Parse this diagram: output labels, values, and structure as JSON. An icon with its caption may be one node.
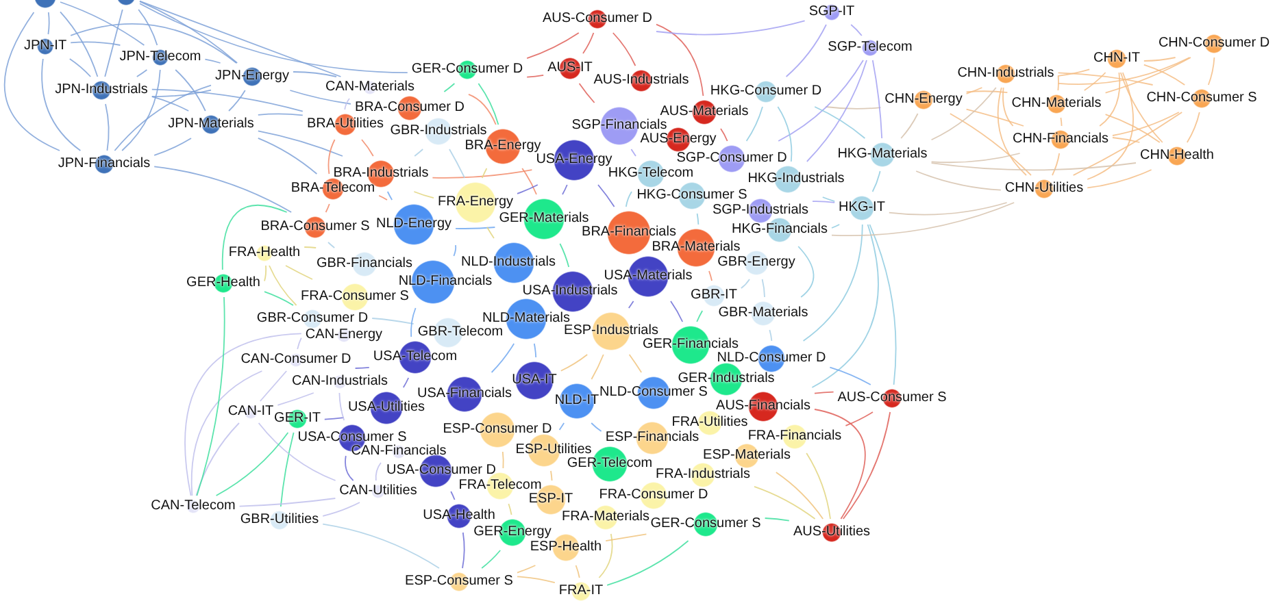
{
  "diagram": {
    "nodes": [
      {
        "text": [],
        "shape": "circle"
      },
      {
        "text": [],
        "shape": "circle"
      },
      {
        "text": [
          "SGP-IT"
        ]
      },
      {
        "text": [
          "AUS-Consumer D"
        ]
      },
      {
        "text": [
          "CHN-Consumer D"
        ]
      },
      {
        "text": [
          "JPN-IT"
        ]
      },
      {
        "text": [
          "SGP-Telecom"
        ]
      },
      {
        "text": [
          "JPN-Telecom"
        ]
      },
      {
        "text": [
          "CHN-IT"
        ]
      },
      {
        "text": [
          "AUS-IT"
        ]
      },
      {
        "text": [
          "GER-Consumer D"
        ]
      },
      {
        "text": [
          "CHN-Industrials"
        ]
      },
      {
        "text": [
          "JPN-Energy"
        ]
      },
      {
        "text": [
          "AUS-Industrials"
        ]
      },
      {
        "text": [
          "CAN-Materials"
        ]
      },
      {
        "text": [
          "JPN-Industrials"
        ]
      },
      {
        "text": [
          "HKG-Consumer D"
        ]
      },
      {
        "text": [
          "CHN-Consumer S"
        ]
      },
      {
        "text": [
          "CHN-Energy"
        ]
      },
      {
        "text": [
          "CHN-Materials"
        ]
      },
      {
        "text": [
          "AUS-Materials"
        ]
      },
      {
        "text": [
          "BRA-Consumer D"
        ]
      },
      {
        "text": [
          "BRA-Utilities"
        ]
      },
      {
        "text": [
          "SGP-Financials"
        ]
      },
      {
        "text": [
          "JPN-Materials"
        ]
      },
      {
        "text": [
          "GBR-Industrials"
        ]
      },
      {
        "text": [
          "AUS-Energy"
        ]
      },
      {
        "text": [
          "CHN-Financials"
        ]
      },
      {
        "text": [
          "BRA-Energy"
        ]
      },
      {
        "text": [
          "SGP-Consumer D"
        ]
      },
      {
        "text": [
          "HKG-Materials"
        ]
      },
      {
        "text": [
          "CHN-Health"
        ]
      },
      {
        "text": [
          "USA-Energy"
        ]
      },
      {
        "text": [
          "JPN-Financials"
        ]
      },
      {
        "text": [
          "BRA-Industrials"
        ]
      },
      {
        "text": [
          "HKG-Telecom"
        ]
      },
      {
        "text": [
          "HKG-Industrials"
        ]
      },
      {
        "text": [
          "BRA-Telecom"
        ]
      },
      {
        "text": [
          "HKG-Consumer S"
        ]
      },
      {
        "text": [
          "CHN-Utilities"
        ]
      },
      {
        "text": [
          "FRA-Energy"
        ]
      },
      {
        "text": [
          "SGP-Industrials"
        ]
      },
      {
        "text": [
          "HKG-IT"
        ]
      },
      {
        "text": [
          "GER-Materials"
        ]
      },
      {
        "text": [
          "NLD-Energy"
        ]
      },
      {
        "text": [
          "BRA-Consumer S"
        ]
      },
      {
        "text": [
          "HKG-Financials"
        ]
      },
      {
        "text": [
          "BRA-Financials"
        ]
      },
      {
        "text": [
          "BRA-Materials"
        ]
      },
      {
        "text": [
          "FRA-Health"
        ]
      },
      {
        "text": [
          "GBR-Energy"
        ]
      },
      {
        "text": [
          "GBR-Financials"
        ]
      },
      {
        "text": [
          "NLD-Industrials"
        ]
      },
      {
        "text": [
          "USA-Materials"
        ]
      },
      {
        "text": [
          "GER-Health"
        ]
      },
      {
        "text": [
          "NLD-Financials"
        ]
      },
      {
        "text": [
          "FRA-Consumer S"
        ]
      },
      {
        "text": [
          "USA-Industrials"
        ]
      },
      {
        "text": [
          "GBR-IT"
        ]
      },
      {
        "text": [
          "GBR-Materials"
        ]
      },
      {
        "text": [
          "GBR-Consumer D"
        ]
      },
      {
        "text": [
          "NLD-Materials"
        ]
      },
      {
        "text": [
          "CAN-Energy"
        ]
      },
      {
        "text": [
          "GBR-Telecom"
        ]
      },
      {
        "text": [
          "ESP-Industrials"
        ]
      },
      {
        "text": [
          "GER-Financials"
        ]
      },
      {
        "text": [
          "USA-Telecom"
        ]
      },
      {
        "text": [
          "NLD-Consumer D"
        ]
      },
      {
        "text": [
          "CAN-Consumer D"
        ]
      },
      {
        "text": [
          "GER-Industrials"
        ]
      },
      {
        "text": [
          "USA-IT"
        ]
      },
      {
        "text": [
          "CAN-Industrials"
        ]
      },
      {
        "text": [
          "NLD-Consumer S"
        ]
      },
      {
        "text": [
          "USA-Financials"
        ]
      },
      {
        "text": [
          "AUS-Consumer S"
        ]
      },
      {
        "text": [
          "NLD-IT"
        ]
      },
      {
        "text": [
          "USA-Utilities"
        ]
      },
      {
        "text": [
          "CAN-IT"
        ]
      },
      {
        "text": [
          "AUS-Financials"
        ]
      },
      {
        "text": [
          "GER-IT"
        ]
      },
      {
        "text": [
          "FRA-Utilities"
        ]
      },
      {
        "text": [
          "ESP-Consumer D"
        ]
      },
      {
        "text": [
          "USA-Consumer S"
        ]
      },
      {
        "text": [
          "ESP-Financials"
        ]
      },
      {
        "text": [
          "FRA-Financials"
        ]
      },
      {
        "text": [
          "ESP-Utilities"
        ]
      },
      {
        "text": [
          "CAN-Financials"
        ]
      },
      {
        "text": [
          "GER-Telecom"
        ]
      },
      {
        "text": [
          "ESP-Materials"
        ]
      },
      {
        "text": [
          "USA-Consumer D"
        ]
      },
      {
        "text": [
          "FRA-Industrials"
        ]
      },
      {
        "text": [
          "FRA-Telecom"
        ]
      },
      {
        "text": [
          "FRA-Consumer D"
        ]
      },
      {
        "text": [
          "CAN-Utilities"
        ]
      },
      {
        "text": [
          "ESP-IT"
        ]
      },
      {
        "text": [
          "CAN-Telecom"
        ]
      },
      {
        "text": [
          "FRA-Materials"
        ]
      },
      {
        "text": [
          "USA-Health"
        ]
      },
      {
        "text": [
          "GBR-Utilities"
        ]
      },
      {
        "text": [
          "GER-Consumer S"
        ]
      },
      {
        "text": [
          "GER-Energy"
        ]
      },
      {
        "text": [
          "AUS-Utilities"
        ]
      },
      {
        "text": [
          "ESP-Health"
        ]
      },
      {
        "text": [
          "ESP-Consumer S"
        ]
      },
      {
        "text": [
          "FRA-IT"
        ]
      }
    ],
    "edges": [
      {
        "from": 5,
        "to": 7,
        "arrow": "none",
        "color": "#7fa2d8"
      },
      {
        "from": 5,
        "to": 12,
        "arrow": "none",
        "color": "#7fa2d8"
      },
      {
        "from": 5,
        "to": 15,
        "arrow": "none",
        "color": "#7fa2d8"
      },
      {
        "from": 5,
        "to": 33,
        "arrow": "none",
        "color": "#7fa2d8"
      },
      {
        "from": 7,
        "to": 12,
        "arrow": "none",
        "color": "#7fa2d8"
      },
      {
        "from": 7,
        "to": 15,
        "arrow": "none",
        "color": "#7fa2d8"
      },
      {
        "from": 7,
        "to": 24,
        "arrow": "none",
        "color": "#7fa2d8"
      },
      {
        "from": 7,
        "to": 33,
        "arrow": "none",
        "color": "#7fa2d8"
      },
      {
        "from": 12,
        "to": 15,
        "arrow": "none",
        "color": "#7fa2d8"
      },
      {
        "from": 12,
        "to": 24,
        "arrow": "none",
        "color": "#7fa2d8"
      },
      {
        "from": 12,
        "to": 33,
        "arrow": "none",
        "color": "#7fa2d8"
      },
      {
        "from": 15,
        "to": 24,
        "arrow": "none",
        "color": "#7fa2d8"
      },
      {
        "from": 15,
        "to": 33,
        "arrow": "none",
        "color": "#7fa2d8"
      },
      {
        "from": 24,
        "to": 33,
        "arrow": "none",
        "color": "#7fa2d8"
      },
      {
        "from": 0,
        "to": 5,
        "arrow": "none",
        "color": "#7fa2d8"
      },
      {
        "from": 0,
        "to": 7,
        "arrow": "none",
        "color": "#7fa2d8"
      },
      {
        "from": 0,
        "to": 15,
        "arrow": "none",
        "color": "#7fa2d8"
      },
      {
        "from": 0,
        "to": 33,
        "arrow": "none",
        "color": "#7fa2d8"
      },
      {
        "from": 1,
        "to": 7,
        "arrow": "none",
        "color": "#7fa2d8"
      },
      {
        "from": 1,
        "to": 12,
        "arrow": "none",
        "color": "#7fa2d8"
      },
      {
        "from": 1,
        "to": 15,
        "arrow": "none",
        "color": "#7fa2d8"
      },
      {
        "from": 12,
        "to": 21,
        "arrow": "none",
        "color": "#7fa2d8"
      },
      {
        "from": 24,
        "to": 22,
        "arrow": "none",
        "color": "#7fa2d8"
      },
      {
        "from": 24,
        "to": 34,
        "arrow": "none",
        "color": "#7fa2d8"
      },
      {
        "from": 10,
        "to": 1,
        "arrow": "none",
        "color": "#7fa2d8"
      },
      {
        "from": 4,
        "to": 8,
        "arrow": "none",
        "color": "#f5bd85"
      },
      {
        "from": 4,
        "to": 17,
        "arrow": "none",
        "color": "#f5bd85"
      },
      {
        "from": 4,
        "to": 19,
        "arrow": "none",
        "color": "#f5bd85"
      },
      {
        "from": 8,
        "to": 11,
        "arrow": "none",
        "color": "#f5bd85"
      },
      {
        "from": 8,
        "to": 17,
        "arrow": "none",
        "color": "#f5bd85"
      },
      {
        "from": 8,
        "to": 19,
        "arrow": "none",
        "color": "#f5bd85"
      },
      {
        "from": 8,
        "to": 27,
        "arrow": "none",
        "color": "#f5bd85"
      },
      {
        "from": 8,
        "to": 31,
        "arrow": "none",
        "color": "#f5bd85"
      },
      {
        "from": 8,
        "to": 39,
        "arrow": "none",
        "color": "#f5bd85"
      },
      {
        "from": 11,
        "to": 18,
        "arrow": "none",
        "color": "#f5bd85"
      },
      {
        "from": 11,
        "to": 19,
        "arrow": "none",
        "color": "#f5bd85"
      },
      {
        "from": 11,
        "to": 27,
        "arrow": "none",
        "color": "#f5bd85"
      },
      {
        "from": 11,
        "to": 39,
        "arrow": "none",
        "color": "#f5bd85"
      },
      {
        "from": 11,
        "to": 17,
        "arrow": "none",
        "color": "#f5bd85"
      },
      {
        "from": 18,
        "to": 19,
        "arrow": "none",
        "color": "#f5bd85"
      },
      {
        "from": 18,
        "to": 27,
        "arrow": "none",
        "color": "#f5bd85"
      },
      {
        "from": 18,
        "to": 39,
        "arrow": "none",
        "color": "#f5bd85"
      },
      {
        "from": 19,
        "to": 27,
        "arrow": "none",
        "color": "#f5bd85"
      },
      {
        "from": 19,
        "to": 31,
        "arrow": "none",
        "color": "#f5bd85"
      },
      {
        "from": 27,
        "to": 31,
        "arrow": "none",
        "color": "#f5bd85"
      },
      {
        "from": 27,
        "to": 39,
        "arrow": "none",
        "color": "#f5bd85"
      },
      {
        "from": 31,
        "to": 39,
        "arrow": "none",
        "color": "#f5bd85"
      },
      {
        "from": 17,
        "to": 31,
        "arrow": "none",
        "color": "#f5bd85"
      },
      {
        "from": 17,
        "to": 27,
        "arrow": "none",
        "color": "#f5bd85"
      },
      {
        "from": 18,
        "to": 30,
        "arrow": "none",
        "color": "#d6c2ad"
      },
      {
        "from": 27,
        "to": 30,
        "arrow": "none",
        "color": "#d6c2ad"
      },
      {
        "from": 39,
        "to": 30,
        "arrow": "none",
        "color": "#d6c2ad"
      },
      {
        "from": 11,
        "to": 30,
        "arrow": "none",
        "color": "#d6c2ad"
      },
      {
        "from": 39,
        "to": 42,
        "arrow": "none",
        "color": "#d6c2ad"
      },
      {
        "from": 18,
        "to": 16,
        "arrow": "none",
        "color": "#d6c2ad"
      },
      {
        "from": 3,
        "to": 9,
        "arrow": "none",
        "color": "#df6059"
      },
      {
        "from": 3,
        "to": 13,
        "arrow": "none",
        "color": "#df6059"
      },
      {
        "from": 3,
        "to": 20,
        "arrow": "none",
        "color": "#df6059"
      },
      {
        "from": 78,
        "to": 74,
        "arrow": "none",
        "color": "#df6059"
      },
      {
        "from": 78,
        "to": 101,
        "arrow": "none",
        "color": "#df6059"
      },
      {
        "from": 2,
        "to": 6,
        "arrow": "none",
        "color": "#a3a1f2"
      },
      {
        "from": 6,
        "to": 29,
        "arrow": "none",
        "color": "#a3a1f2"
      },
      {
        "from": 6,
        "to": 36,
        "arrow": "none",
        "color": "#a3a1f2"
      },
      {
        "from": 2,
        "to": 16,
        "arrow": "none",
        "color": "#a3a1f2"
      },
      {
        "from": 16,
        "to": 36,
        "arrow": "none",
        "color": "#8fcbe0"
      },
      {
        "from": 16,
        "to": 30,
        "arrow": "none",
        "color": "#8fcbe0"
      },
      {
        "from": 30,
        "to": 42,
        "arrow": "none",
        "color": "#8fcbe0"
      },
      {
        "from": 36,
        "to": 42,
        "arrow": "none",
        "color": "#8fcbe0"
      },
      {
        "from": 42,
        "to": 67,
        "arrow": "none",
        "color": "#8fcbe0"
      },
      {
        "from": 42,
        "to": 78,
        "arrow": "none",
        "color": "#8fcbe0"
      },
      {
        "from": 21,
        "to": 28,
        "arrow": "none",
        "color": "#f28a68"
      },
      {
        "from": 22,
        "to": 34,
        "arrow": "none",
        "color": "#f28a68"
      },
      {
        "from": 37,
        "to": 44,
        "arrow": "none",
        "color": "#f28a68"
      },
      {
        "from": 34,
        "to": 32,
        "arrow": "none",
        "color": "#f28a68"
      },
      {
        "from": 66,
        "to": 76,
        "arrow": "none",
        "color": "#6d6dd6"
      },
      {
        "from": 89,
        "to": 97,
        "arrow": "none",
        "color": "#6d6dd6"
      },
      {
        "from": 44,
        "to": 43,
        "arrow": "none",
        "color": "#71a8f0"
      },
      {
        "from": 44,
        "to": 55,
        "arrow": "none",
        "color": "#71a8f0"
      },
      {
        "from": 79,
        "to": 98,
        "arrow": "none",
        "color": "#3fdf9f"
      },
      {
        "from": 49,
        "to": 56,
        "arrow": "none",
        "color": "#e2d57f"
      },
      {
        "from": 96,
        "to": 104,
        "arrow": "none",
        "color": "#e2d57f"
      },
      {
        "from": 85,
        "to": 94,
        "arrow": "none",
        "color": "#f0c37d"
      },
      {
        "from": 102,
        "to": 103,
        "arrow": "none",
        "color": "#f0c37d"
      },
      {
        "from": 60,
        "to": 63,
        "arrow": "none",
        "color": "#acd0e6"
      },
      {
        "from": 50,
        "to": 59,
        "arrow": "none",
        "color": "#acd0e6"
      },
      {
        "from": 62,
        "to": 68,
        "arrow": "none",
        "color": "#c0c0ec"
      },
      {
        "from": 68,
        "to": 77,
        "arrow": "none",
        "color": "#c0c0ec"
      },
      {
        "from": 71,
        "to": 77,
        "arrow": "none",
        "color": "#c0c0ec"
      },
      {
        "from": 86,
        "to": 93,
        "arrow": "none",
        "color": "#c0c0ec"
      },
      {
        "from": 93,
        "to": 95,
        "arrow": "none",
        "color": "#c0c0ec"
      },
      {
        "from": 95,
        "to": 77,
        "arrow": "none",
        "color": "#c0c0ec"
      },
      {
        "from": 95,
        "to": 68,
        "arrow": "none",
        "color": "#c0c0ec"
      },
      {
        "from": 95,
        "to": 62,
        "arrow": "none",
        "color": "#c0c0ec"
      },
      {
        "from": 14,
        "to": 22,
        "arrow": "none",
        "color": "#c0c0ec"
      },
      {
        "from": 77,
        "to": 93,
        "arrow": "none",
        "color": "#c0c0ec"
      },
      {
        "from": 28,
        "to": 43,
        "arrow": "none",
        "color": "#f28a68"
      },
      {
        "from": 32,
        "to": 47,
        "arrow": "none",
        "color": "#6d6dd6"
      },
      {
        "from": 43,
        "to": 57,
        "arrow": "none",
        "color": "#3fdf9f"
      },
      {
        "from": 55,
        "to": 66,
        "arrow": "none",
        "color": "#71a8f0"
      },
      {
        "from": 61,
        "to": 70,
        "arrow": "none",
        "color": "#71a8f0"
      },
      {
        "from": 64,
        "to": 72,
        "arrow": "none",
        "color": "#f0c37d"
      },
      {
        "from": 81,
        "to": 91,
        "arrow": "none",
        "color": "#f0c37d"
      },
      {
        "from": 100,
        "to": 103,
        "arrow": "none",
        "color": "#3fdf9f"
      },
      {
        "from": 97,
        "to": 103,
        "arrow": "none",
        "color": "#6d6dd6"
      },
      {
        "from": 76,
        "to": 79,
        "arrow": "none",
        "color": "#6d6dd6"
      },
      {
        "from": 82,
        "to": 93,
        "arrow": "none",
        "color": "#6d6dd6"
      },
      {
        "from": 66,
        "to": 68,
        "arrow": "none",
        "color": "#6d6dd6"
      },
      {
        "from": 35,
        "to": 47,
        "arrow": "none",
        "color": "#8fcbe0"
      },
      {
        "from": 38,
        "to": 48,
        "arrow": "none",
        "color": "#8fcbe0"
      },
      {
        "from": 46,
        "to": 59,
        "arrow": "none",
        "color": "#8fcbe0"
      },
      {
        "from": 10,
        "to": 21,
        "arrow": "none",
        "color": "#3fdf9f"
      },
      {
        "from": 10,
        "to": 28,
        "arrow": "none",
        "color": "#3fdf9f"
      },
      {
        "from": 79,
        "to": 95,
        "arrow": "none",
        "color": "#3fdf9f"
      },
      {
        "from": 32,
        "to": 43,
        "arrow": "none",
        "color": "#6d6dd6"
      },
      {
        "from": 32,
        "to": 40,
        "arrow": "none",
        "color": "#6d6dd6"
      },
      {
        "from": 40,
        "to": 28,
        "arrow": "none",
        "color": "#e2d57f"
      },
      {
        "from": 40,
        "to": 34,
        "arrow": "none",
        "color": "#e2d57f"
      },
      {
        "from": 44,
        "to": 34,
        "arrow": "none",
        "color": "#71a8f0"
      },
      {
        "from": 48,
        "to": 58,
        "arrow": "none",
        "color": "#f28a68"
      },
      {
        "from": 53,
        "to": 64,
        "arrow": "none",
        "color": "#6d6dd6"
      },
      {
        "from": 53,
        "to": 65,
        "arrow": "none",
        "color": "#6d6dd6"
      },
      {
        "from": 61,
        "to": 73,
        "arrow": "none",
        "color": "#71a8f0"
      },
      {
        "from": 64,
        "to": 75,
        "arrow": "none",
        "color": "#f0c37d"
      },
      {
        "from": 64,
        "to": 70,
        "arrow": "none",
        "color": "#f0c37d"
      },
      {
        "from": 65,
        "to": 58,
        "arrow": "none",
        "color": "#3fdf9f"
      },
      {
        "from": 75,
        "to": 85,
        "arrow": "none",
        "color": "#71a8f0"
      },
      {
        "from": 75,
        "to": 83,
        "arrow": "none",
        "color": "#71a8f0"
      },
      {
        "from": 84,
        "to": 101,
        "arrow": "none",
        "color": "#e2d57f"
      },
      {
        "from": 74,
        "to": 84,
        "arrow": "none",
        "color": "#df6059"
      },
      {
        "from": 88,
        "to": 101,
        "arrow": "none",
        "color": "#f0c37d"
      },
      {
        "from": 91,
        "to": 100,
        "arrow": "none",
        "color": "#e2d57f"
      },
      {
        "from": 99,
        "to": 101,
        "arrow": "none",
        "color": "#3fdf9f"
      },
      {
        "from": 102,
        "to": 104,
        "arrow": "none",
        "color": "#f0c37d"
      },
      {
        "from": 49,
        "to": 54,
        "arrow": "none",
        "color": "#e2d57f"
      },
      {
        "from": 54,
        "to": 45,
        "arrow": "none",
        "color": "#3fdf9f"
      },
      {
        "from": 37,
        "to": 45,
        "arrow": "none",
        "color": "#f28a68"
      },
      {
        "from": 25,
        "to": 34,
        "arrow": "none",
        "color": "#acd0e6"
      },
      {
        "from": 9,
        "to": 10,
        "arrow": "none",
        "color": "#df6059"
      },
      {
        "from": 20,
        "to": 29,
        "arrow": "none",
        "color": "#df6059"
      },
      {
        "from": 6,
        "to": 30,
        "arrow": "none",
        "color": "#a3a1f2"
      },
      {
        "from": 42,
        "to": 46,
        "arrow": "none",
        "color": "#8fcbe0"
      },
      {
        "from": 59,
        "to": 67,
        "arrow": "none",
        "color": "#acd0e6"
      },
      {
        "from": 51,
        "to": 45,
        "arrow": "none",
        "color": "#acd0e6"
      },
      {
        "from": 40,
        "to": 52,
        "arrow": "none",
        "color": "#e2d57f"
      },
      {
        "from": 103,
        "to": 104,
        "arrow": "none",
        "color": "#f0c37d"
      },
      {
        "from": 74,
        "to": 101,
        "arrow": "none",
        "color": "#df6059"
      },
      {
        "from": 67,
        "to": 74,
        "arrow": "none",
        "color": "#71a8f0"
      },
      {
        "from": 58,
        "to": 50,
        "arrow": "none",
        "color": "#acd0e6"
      },
      {
        "from": 41,
        "to": 42,
        "arrow": "none",
        "color": "#a3a1f2"
      },
      {
        "from": 23,
        "to": 35,
        "arrow": "none",
        "color": "#a3a1f2"
      },
      {
        "from": 2,
        "to": 3,
        "arrow": "none",
        "color": "#a3a1f2"
      },
      {
        "from": 12,
        "to": 14,
        "arrow": "none",
        "color": "#7fa2d8"
      },
      {
        "from": 24,
        "to": 37,
        "arrow": "none",
        "color": "#7fa2d8"
      },
      {
        "from": 33,
        "to": 45,
        "arrow": "none",
        "color": "#7fa2d8"
      },
      {
        "from": 15,
        "to": 22,
        "arrow": "none",
        "color": "#7fa2d8"
      },
      {
        "from": 54,
        "to": 60,
        "arrow": "none",
        "color": "#3fdf9f"
      },
      {
        "from": 49,
        "to": 51,
        "arrow": "none",
        "color": "#e2d57f"
      },
      {
        "from": 93,
        "to": 98,
        "arrow": "none",
        "color": "#c0c0ec"
      },
      {
        "from": 98,
        "to": 103,
        "arrow": "none",
        "color": "#acd0e6"
      },
      {
        "from": 102,
        "to": 99,
        "arrow": "none",
        "color": "#f0c37d"
      },
      {
        "from": 22,
        "to": 37,
        "arrow": "none",
        "color": "#f28a68"
      },
      {
        "from": 99,
        "to": 104,
        "arrow": "none",
        "color": "#3fdf9f"
      },
      {
        "from": 90,
        "to": 101,
        "arrow": "none",
        "color": "#e2d57f"
      },
      {
        "from": 42,
        "to": 74,
        "arrow": "none",
        "color": "#8fcbe0"
      },
      {
        "from": 16,
        "to": 29,
        "arrow": "none",
        "color": "#8fcbe0"
      },
      {
        "from": 9,
        "to": 23,
        "arrow": "none",
        "color": "#df6059"
      },
      {
        "from": 3,
        "to": 10,
        "arrow": "none",
        "color": "#df6059"
      },
      {
        "from": 1,
        "to": 14,
        "arrow": "none",
        "color": "#7fa2d8"
      },
      {
        "from": 17,
        "to": 39,
        "arrow": "none",
        "color": "#f5bd85"
      },
      {
        "from": 4,
        "to": 11,
        "arrow": "none",
        "color": "#f5bd85"
      },
      {
        "from": 31,
        "to": 30,
        "arrow": "none",
        "color": "#d6c2ad"
      },
      {
        "from": 39,
        "to": 46,
        "arrow": "none",
        "color": "#d6c2ad"
      },
      {
        "from": 25,
        "to": 40,
        "arrow": "none",
        "color": "#acd0e6"
      },
      {
        "from": 71,
        "to": 82,
        "arrow": "none",
        "color": "#c0c0ec"
      },
      {
        "from": 54,
        "to": 95,
        "arrow": "none",
        "color": "#3fdf9f"
      },
      {
        "from": 49,
        "to": 60,
        "arrow": "none",
        "color": "#e2d57f"
      }
    ]
  }
}
